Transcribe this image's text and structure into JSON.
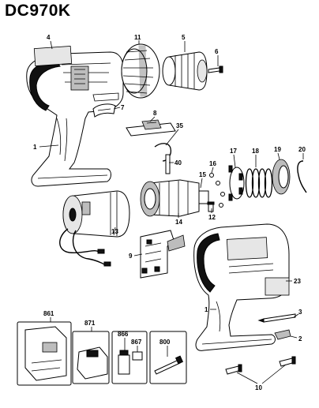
{
  "model": "DC970K",
  "callouts": [
    {
      "id": "c4",
      "label": "4"
    },
    {
      "id": "c11",
      "label": "11"
    },
    {
      "id": "c5",
      "label": "5"
    },
    {
      "id": "c6",
      "label": "6"
    },
    {
      "id": "c7",
      "label": "7"
    },
    {
      "id": "c1a",
      "label": "1"
    },
    {
      "id": "c8",
      "label": "8"
    },
    {
      "id": "c35",
      "label": "35"
    },
    {
      "id": "c40",
      "label": "40"
    },
    {
      "id": "c16",
      "label": "16"
    },
    {
      "id": "c17",
      "label": "17"
    },
    {
      "id": "c18",
      "label": "18"
    },
    {
      "id": "c19",
      "label": "19"
    },
    {
      "id": "c20",
      "label": "20"
    },
    {
      "id": "c15",
      "label": "15"
    },
    {
      "id": "c12",
      "label": "12"
    },
    {
      "id": "c14",
      "label": "14"
    },
    {
      "id": "c13",
      "label": "13"
    },
    {
      "id": "c9",
      "label": "9"
    },
    {
      "id": "c23",
      "label": "23"
    },
    {
      "id": "c1b",
      "label": "1"
    },
    {
      "id": "c3",
      "label": "3"
    },
    {
      "id": "c2",
      "label": "2"
    },
    {
      "id": "c10",
      "label": "10"
    },
    {
      "id": "c861",
      "label": "861"
    },
    {
      "id": "c871",
      "label": "871"
    },
    {
      "id": "c866",
      "label": "866"
    },
    {
      "id": "c867",
      "label": "867"
    },
    {
      "id": "c800",
      "label": "800"
    }
  ]
}
